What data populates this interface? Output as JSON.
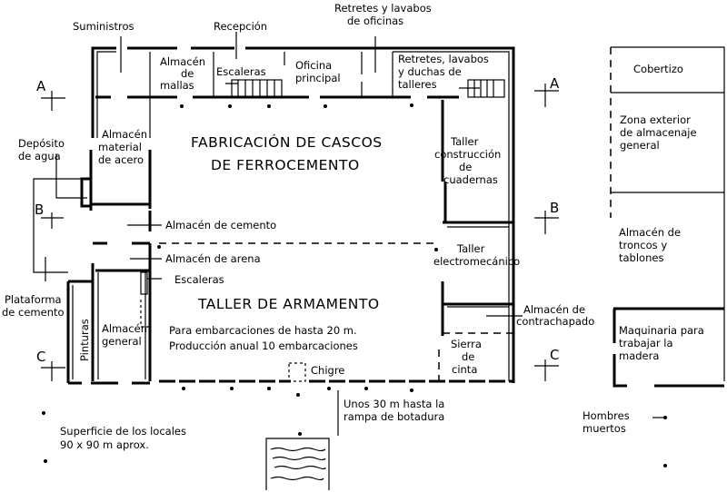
{
  "title": {
    "line1": "FABRICACIÓN DE CASCOS",
    "line2": "DE FERROCEMENTO"
  },
  "armament": {
    "title": "TALLER DE ARMAMENTO",
    "line1": "Para embarcaciones de hasta 20 m.",
    "line2": "Producción anual 10 embarcaciones"
  },
  "labels": {
    "suministros": "Suministros",
    "recepcion": "Recepción",
    "retretes_oficinas": [
      "Retretes y lavabos",
      "de oficinas"
    ],
    "almacen_mallas": [
      "Almacén",
      "de",
      "mallas"
    ],
    "escaleras_top": "Escaleras",
    "oficina": [
      "Oficina",
      "principal"
    ],
    "retretes_talleres": [
      "Retretes, lavabos",
      "y duchas de",
      "talleres"
    ],
    "almacen_acero": [
      "Almacén",
      "material",
      "de acero"
    ],
    "deposito": [
      "Depósito",
      "de agua"
    ],
    "taller_cuadernas": [
      "Taller",
      "construcción",
      "de",
      "cuadernas"
    ],
    "almacen_cemento": "Almacén de cemento",
    "almacen_arena": "Almacén de arena",
    "escaleras_left": "Escaleras",
    "taller_electro": [
      "Taller",
      "electromecánico"
    ],
    "plataforma": [
      "Plataforma",
      "de cemento"
    ],
    "almacen_contrachapado": [
      "Almacén de",
      "contrachapado"
    ],
    "pinturas": "Pinturas",
    "almacen_general": [
      "Almacén",
      "general"
    ],
    "sierra": [
      "Sierra",
      "de",
      "cinta"
    ],
    "chigre": "Chigre",
    "rampa": [
      "Unos 30 m hasta la",
      "rampa de botadura"
    ],
    "superficie": [
      "Superficie de los locales",
      "90 x 90 m aprox."
    ],
    "cobertizo": "Cobertizo",
    "zona_exterior": [
      "Zona exterior",
      "de almacenaje",
      "general"
    ],
    "almacen_troncos": [
      "Almacén de",
      "troncos y",
      "tablones"
    ],
    "maquinaria": [
      "Maquinaria para",
      "trabajar la",
      "madera"
    ],
    "hombres_muertos": [
      "Hombres",
      "muertos"
    ]
  },
  "sections": {
    "a": "A",
    "b": "B",
    "c": "C"
  }
}
